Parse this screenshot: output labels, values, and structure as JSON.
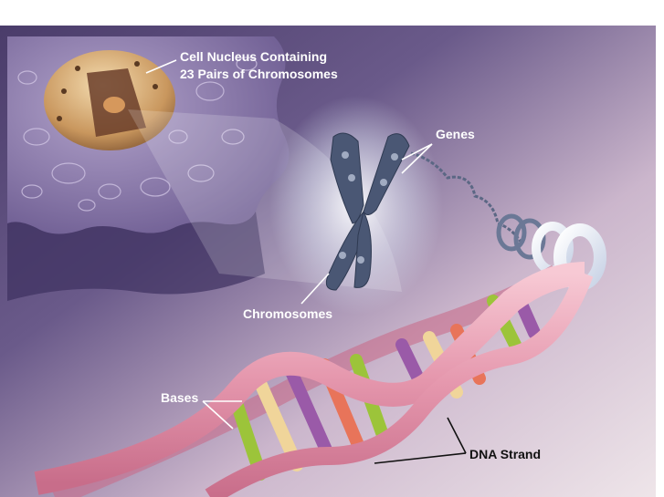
{
  "labels": {
    "nucleus_line1": "Cell Nucleus Containing",
    "nucleus_line2": "23 Pairs of Chromosomes",
    "genes": "Genes",
    "chromosomes": "Chromosomes",
    "bases": "Bases",
    "dna_strand": "DNA Strand"
  },
  "colors": {
    "background_purple": "#5a4a78",
    "background_light": "#e9dde6",
    "cell_body": "#8f7fae",
    "nucleus": "#d9b47e",
    "chromosome": "#4a5774",
    "dna_backbone": "#e8a0b4",
    "base_green": "#9cc43a",
    "base_yellow": "#f0d59a",
    "base_purple": "#9a5aa8",
    "base_orange": "#e8745a",
    "label_light": "#ffffff",
    "label_dark": "#111111"
  }
}
